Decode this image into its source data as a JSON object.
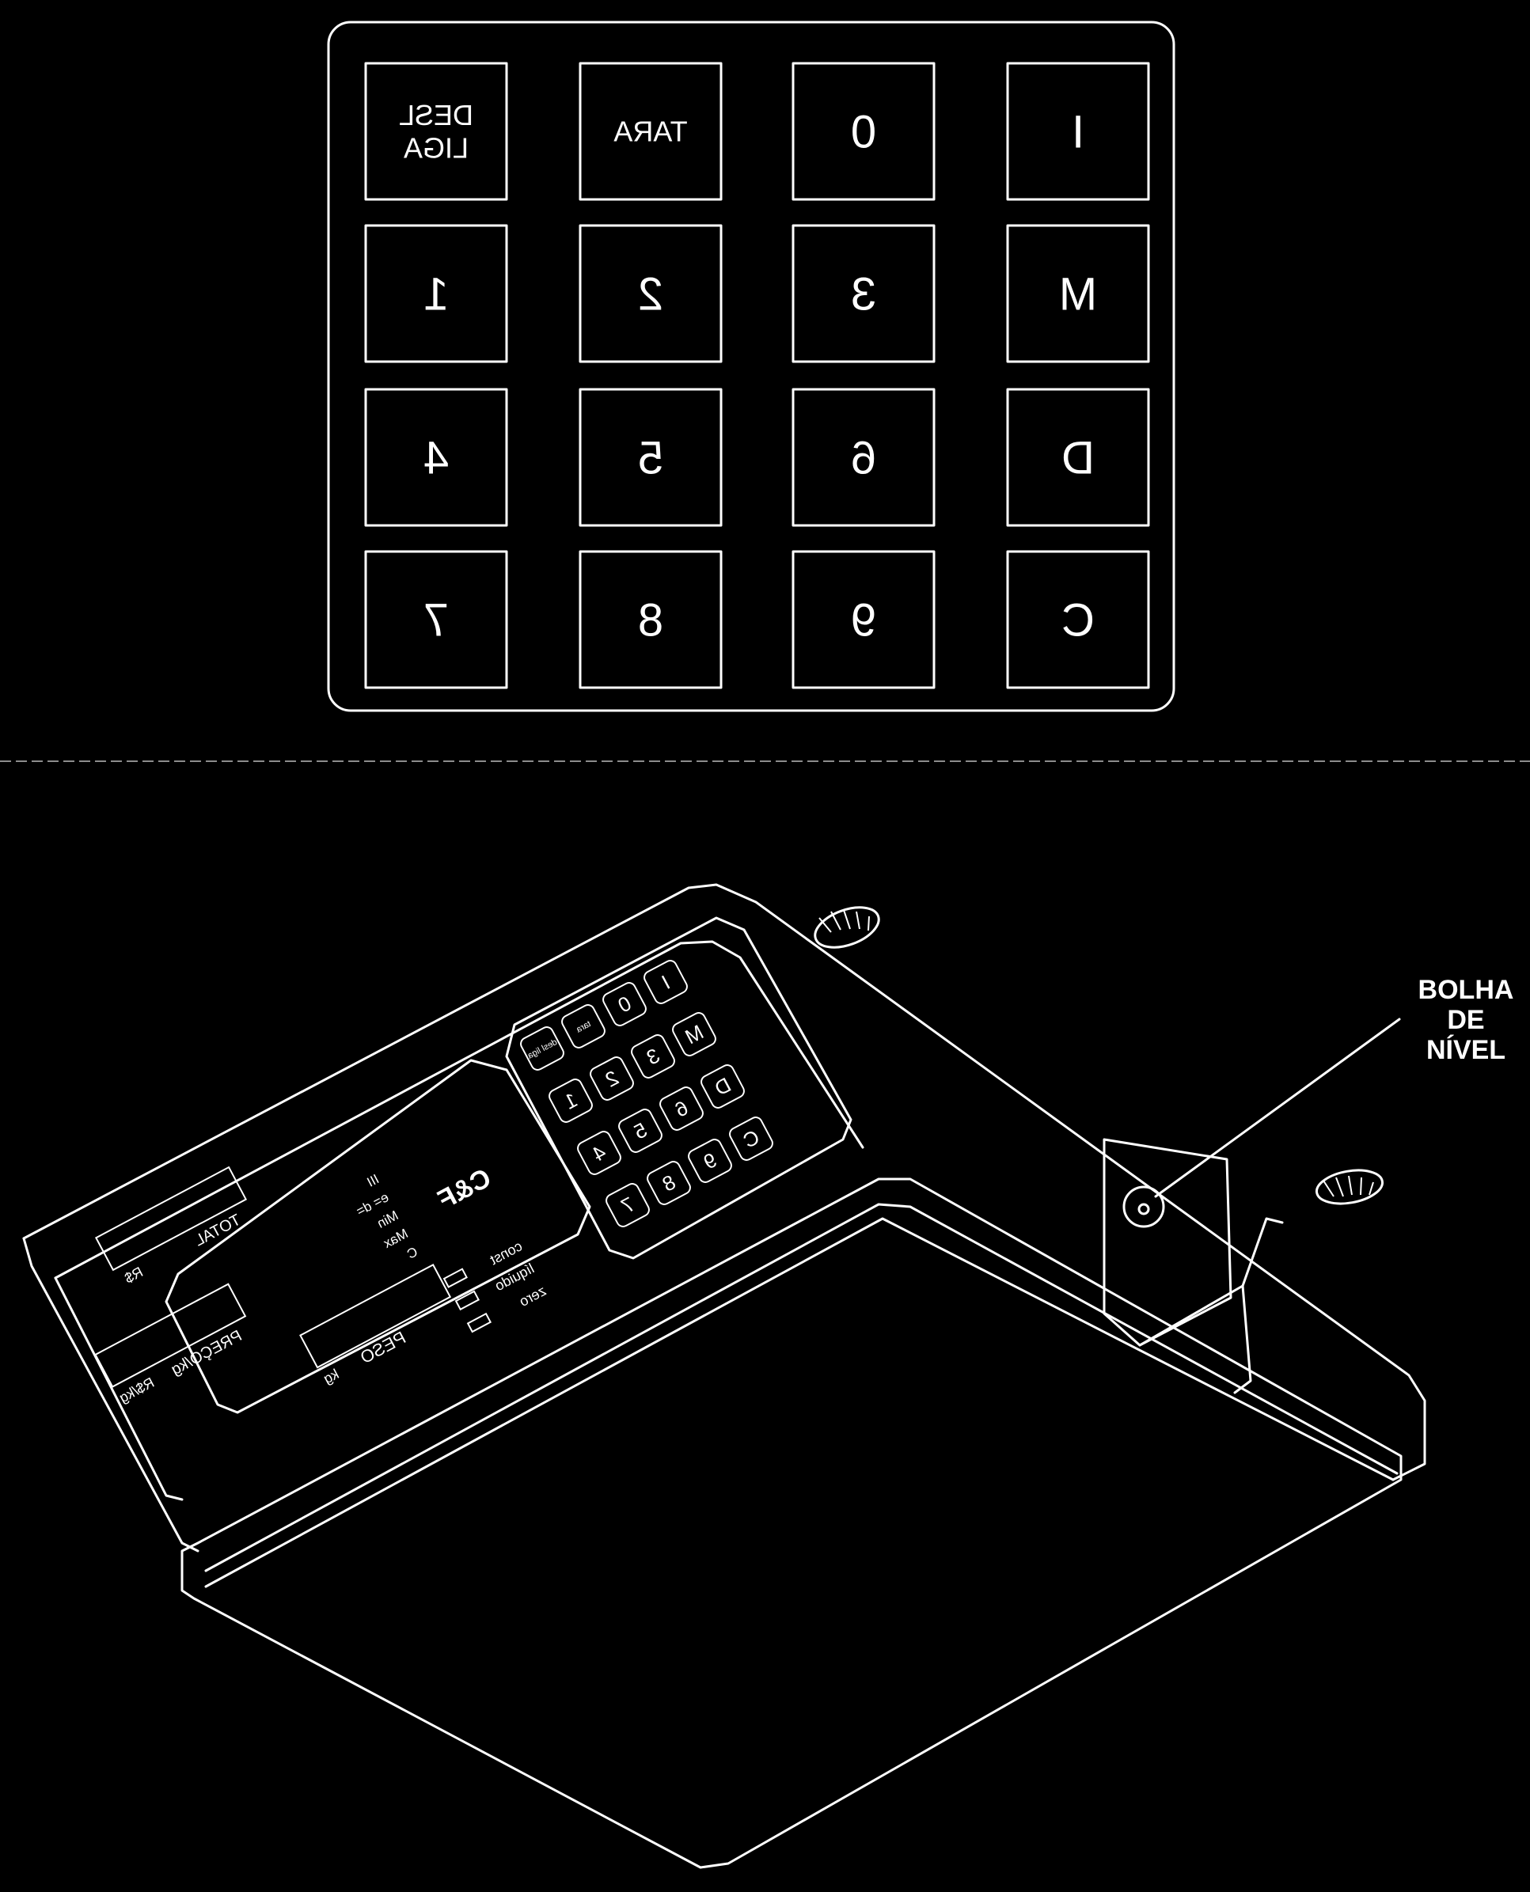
{
  "keypad": {
    "rows": [
      [
        {
          "label_lines": [
            "DESL",
            "LIGA"
          ]
        },
        {
          "label_lines": [
            "TARA"
          ]
        },
        {
          "label_lines": [
            "0"
          ]
        },
        {
          "label_lines": [
            "I"
          ]
        }
      ],
      [
        {
          "label_lines": [
            "1"
          ]
        },
        {
          "label_lines": [
            "2"
          ]
        },
        {
          "label_lines": [
            "3"
          ]
        },
        {
          "label_lines": [
            "M"
          ]
        }
      ],
      [
        {
          "label_lines": [
            "4"
          ]
        },
        {
          "label_lines": [
            "5"
          ]
        },
        {
          "label_lines": [
            "6"
          ]
        },
        {
          "label_lines": [
            "D"
          ]
        }
      ],
      [
        {
          "label_lines": [
            "7"
          ]
        },
        {
          "label_lines": [
            "8"
          ]
        },
        {
          "label_lines": [
            "9"
          ]
        },
        {
          "label_lines": [
            "C"
          ]
        }
      ]
    ]
  },
  "scale": {
    "displays": {
      "peso": {
        "label": "PESO",
        "unit": "kg"
      },
      "preco": {
        "label": "PREÇO/kg",
        "unit": "R$/kg"
      },
      "total": {
        "label": "TOTAL",
        "unit": "R$"
      }
    },
    "indicators": [
      "zero",
      "líquido",
      "const"
    ],
    "specs": [
      "C",
      "Max",
      "Min",
      "e= d=",
      "III"
    ],
    "brand": "C&F",
    "small_keys": [
      "desl liga",
      "tara",
      "0",
      "I",
      "1",
      "2",
      "3",
      "M",
      "4",
      "5",
      "6",
      "D",
      "7",
      "8",
      "9",
      "C"
    ]
  },
  "callout": {
    "lines": [
      "BOLHA",
      "DE",
      "NÍVEL"
    ]
  }
}
